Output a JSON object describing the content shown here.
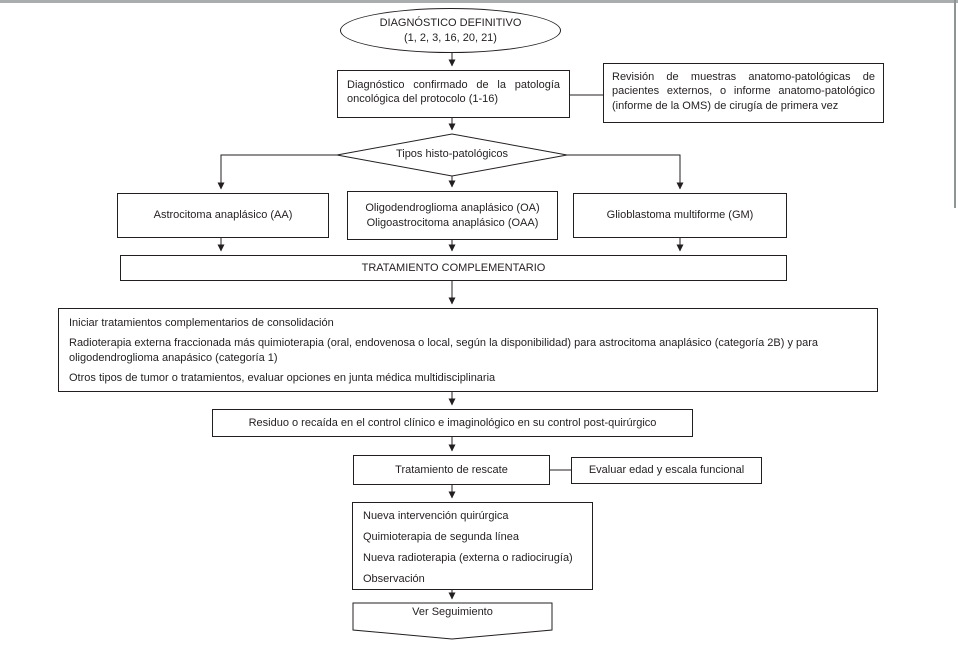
{
  "colors": {
    "line": "#231f20",
    "box_background": "#ffffff",
    "frame_top_gray": "#a9adad",
    "frame_right_gray": "#8f9494"
  },
  "flowchart": {
    "start": {
      "line1": "DIAGNÓSTICO DEFINITIVO",
      "line2": "(1, 2, 3, 16, 20, 21)"
    },
    "confirmed": {
      "text": "Diagnóstico confirmado de la patología oncológica del protocolo (1-16)"
    },
    "revision": {
      "text": "Revisión de muestras anatomo-patológicas de pacientes externos, o informe anatomo-patológico (informe de la OMS) de cirugía de primera vez"
    },
    "decision": {
      "text": "Tipos histo-patológicos"
    },
    "aa": {
      "text": "Astrocitoma anaplásico (AA)"
    },
    "oa": {
      "line1": "Oligodendroglioma anaplásico (OA)",
      "line2": "Oligoastrocitoma anaplásico (OAA)"
    },
    "gm": {
      "text": "Glioblastoma multiforme (GM)"
    },
    "complementario": {
      "text": "TRATAMIENTO COMPLEMENTARIO"
    },
    "consolidacion": {
      "lines": [
        "Iniciar tratamientos complementarios de consolidación",
        "Radioterapia externa fraccionada más quimioterapia (oral, endovenosa o local, según la disponibilidad) para astrocitoma anaplásico (categoría 2B) y para oligodendroglioma anapásico (categoría 1)",
        "Otros tipos de tumor o tratamientos, evaluar opciones en junta médica multidisciplinaria"
      ]
    },
    "residuo": {
      "text": "Residuo o recaída en el control clínico e imaginológico en su control post-quirúrgico"
    },
    "rescate": {
      "text": "Tratamiento de rescate"
    },
    "evaluar": {
      "text": "Evaluar edad y escala funcional"
    },
    "opciones": {
      "lines": [
        "Nueva intervención quirúrgica",
        "Quimioterapia de segunda línea",
        "Nueva radioterapia (externa o radiocirugía)",
        "Observación"
      ]
    },
    "seguimiento": {
      "text": "Ver Seguimiento"
    }
  }
}
